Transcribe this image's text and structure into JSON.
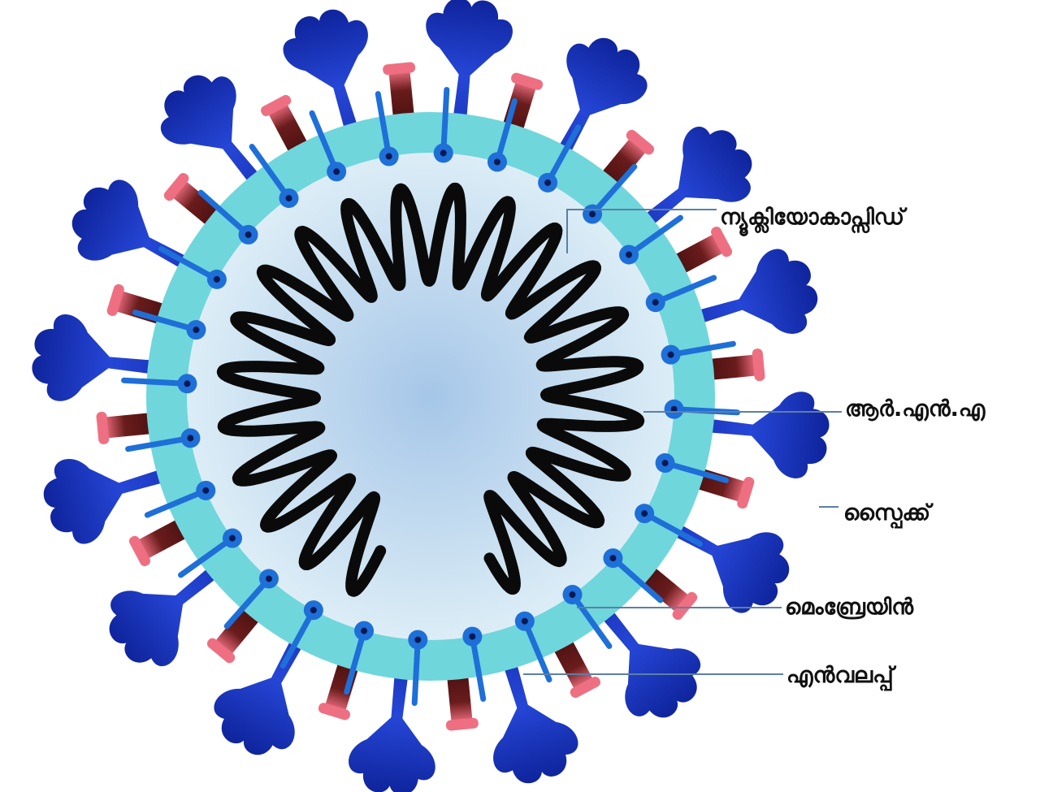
{
  "colors": {
    "background": "#ffffff",
    "envelope": "#6fd6dc",
    "interior_center": "#a9c8e8",
    "interior_edge": "#d9ecf6",
    "spike": "#1f3fc8",
    "spike_dark": "#0d1f8a",
    "membrane_protein": "#1e6fd8",
    "envelope_protein_dark": "#5a1818",
    "envelope_protein_pink": "#ef6f82",
    "rna": "#0a0a0a",
    "leader_line": "#5b7fa6"
  },
  "labels": {
    "nucleocapsid": "ന്യൂക്ലിയോകാപ്സിഡ്",
    "rna": "ആർ.എൻ.എ",
    "spike": "സ്പൈക്ക്",
    "membrane": "മെംബ്രേയിൻ",
    "envelope": "എൻവലപ്പ്"
  }
}
